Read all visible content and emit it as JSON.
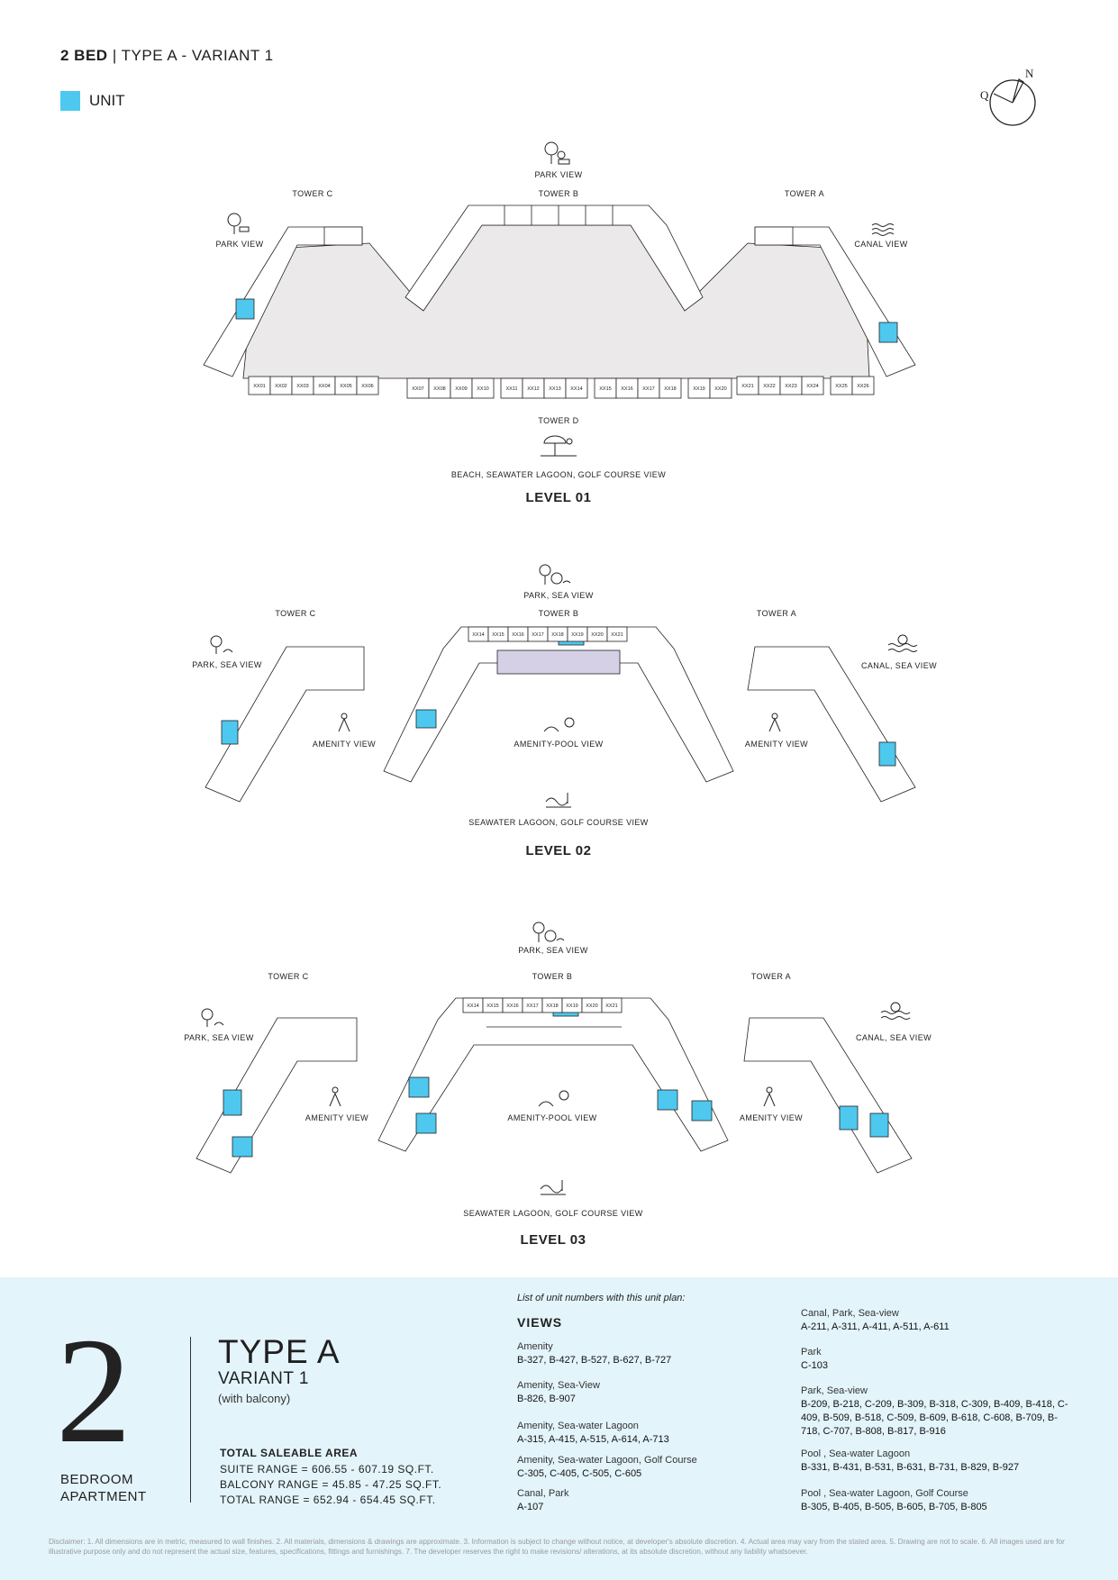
{
  "header": {
    "bed": "2 BED",
    "sep": "|",
    "type": "TYPE A - VARIANT 1"
  },
  "legend": {
    "label": "UNIT",
    "color": "#4ec8ef"
  },
  "compass": {
    "north": "N",
    "other": "Q"
  },
  "colors": {
    "unit": "#4ec8ef",
    "podium": "#ebe9ea",
    "amenity": "#d6d0e6",
    "panel": "#e3f4fb"
  },
  "levels": [
    {
      "name": "LEVEL 01",
      "labels": {
        "tower_c": "TOWER C",
        "tower_b": "TOWER B",
        "tower_a": "TOWER A",
        "tower_d": "TOWER D",
        "top_view": "PARK VIEW",
        "left_view": "PARK VIEW",
        "right_view": "CANAL VIEW",
        "bottom_view": "BEACH, SEAWATER LAGOON, GOLF COURSE VIEW"
      },
      "tower_d_units": [
        "XX01",
        "XX02",
        "XX03",
        "XX04",
        "XX05",
        "XX06",
        "XX07",
        "XX08",
        "XX09",
        "XX10",
        "XX11",
        "XX12",
        "XX13",
        "XX14",
        "XX15",
        "XX16",
        "XX17",
        "XX18",
        "XX19",
        "XX20",
        "XX21",
        "XX22",
        "XX23",
        "XX24",
        "XX25",
        "XX26"
      ]
    },
    {
      "name": "LEVEL 02",
      "labels": {
        "tower_c": "TOWER C",
        "tower_b": "TOWER B",
        "tower_a": "TOWER A",
        "top_view": "PARK, SEA VIEW",
        "left_view": "PARK, SEA VIEW",
        "right_view": "CANAL, SEA VIEW",
        "amenity_left": "AMENITY VIEW",
        "amenity_center": "AMENITY-POOL VIEW",
        "amenity_right": "AMENITY VIEW",
        "bottom_view": "SEAWATER LAGOON, GOLF COURSE VIEW"
      },
      "tower_b_top_units": [
        "XX14",
        "XX15",
        "XX16",
        "XX17",
        "XX18",
        "XX19",
        "XX20",
        "XX21"
      ]
    },
    {
      "name": "LEVEL 03",
      "labels": {
        "tower_c": "TOWER C",
        "tower_b": "TOWER B",
        "tower_a": "TOWER A",
        "top_view": "PARK, SEA VIEW",
        "left_view": "PARK, SEA VIEW",
        "right_view": "CANAL, SEA VIEW",
        "amenity_left": "AMENITY VIEW",
        "amenity_center": "AMENITY-POOL VIEW",
        "amenity_right": "AMENITY VIEW",
        "bottom_view": "SEAWATER LAGOON, GOLF COURSE VIEW"
      },
      "tower_b_top_units": [
        "XX14",
        "XX15",
        "XX16",
        "XX17",
        "XX18",
        "XX19",
        "XX20",
        "XX21"
      ]
    }
  ],
  "summary": {
    "number": "2",
    "bedroom_line1": "BEDROOM",
    "bedroom_line2": "APARTMENT",
    "type": "TYPE A",
    "variant": "VARIANT 1",
    "balcony": "(with balcony)",
    "tsa_title": "TOTAL SALEABLE AREA",
    "suite_range": "SUITE RANGE = 606.55 - 607.19 SQ.FT.",
    "balcony_range": "BALCONY RANGE = 45.85 - 47.25 SQ.FT.",
    "total_range": "TOTAL RANGE = 652.94 - 654.45 SQ.FT."
  },
  "views_list": {
    "intro": "List of unit numbers with this unit plan:",
    "title": "VIEWS",
    "col1": [
      {
        "h": "Amenity",
        "v": "B-327, B-427, B-527, B-627, B-727"
      },
      {
        "h": "Amenity, Sea-View",
        "v": "B-826, B-907"
      },
      {
        "h": "Amenity, Sea-water Lagoon",
        "v": "A-315, A-415, A-515, A-614, A-713"
      },
      {
        "h": "Amenity, Sea-water Lagoon, Golf Course",
        "v": "C-305, C-405, C-505, C-605"
      },
      {
        "h": "Canal, Park",
        "v": "A-107"
      }
    ],
    "col2": [
      {
        "h": "Canal, Park, Sea-view",
        "v": "A-211, A-311, A-411, A-511, A-611"
      },
      {
        "h": "Park",
        "v": "C-103"
      },
      {
        "h": "Park, Sea-view",
        "v": "B-209, B-218, C-209, B-309, B-318, C-309, B-409, B-418, C-409, B-509, B-518, C-509, B-609, B-618, C-608, B-709, B-718, C-707, B-808, B-817, B-916"
      },
      {
        "h": "Pool , Sea-water Lagoon",
        "v": "B-331, B-431, B-531, B-631, B-731, B-829, B-927"
      },
      {
        "h": "Pool , Sea-water Lagoon, Golf Course",
        "v": "B-305, B-405, B-505, B-605, B-705, B-805"
      }
    ]
  },
  "disclaimer": "Disclaimer: 1. All dimensions are in metric, measured to wall finishes. 2. All materials, dimensions & drawings are approximate. 3. Information is subject to change without notice, at developer's absolute discretion. 4. Actual area may vary from the stated area. 5. Drawing are not to scale. 6. All images used are for illustrative purpose only and do not represent the actual size, features, specifications, fittings and furnishings. 7. The developer reserves the right to make revisions/ alterations, at its absolute discretion, without any liability whatsoever."
}
